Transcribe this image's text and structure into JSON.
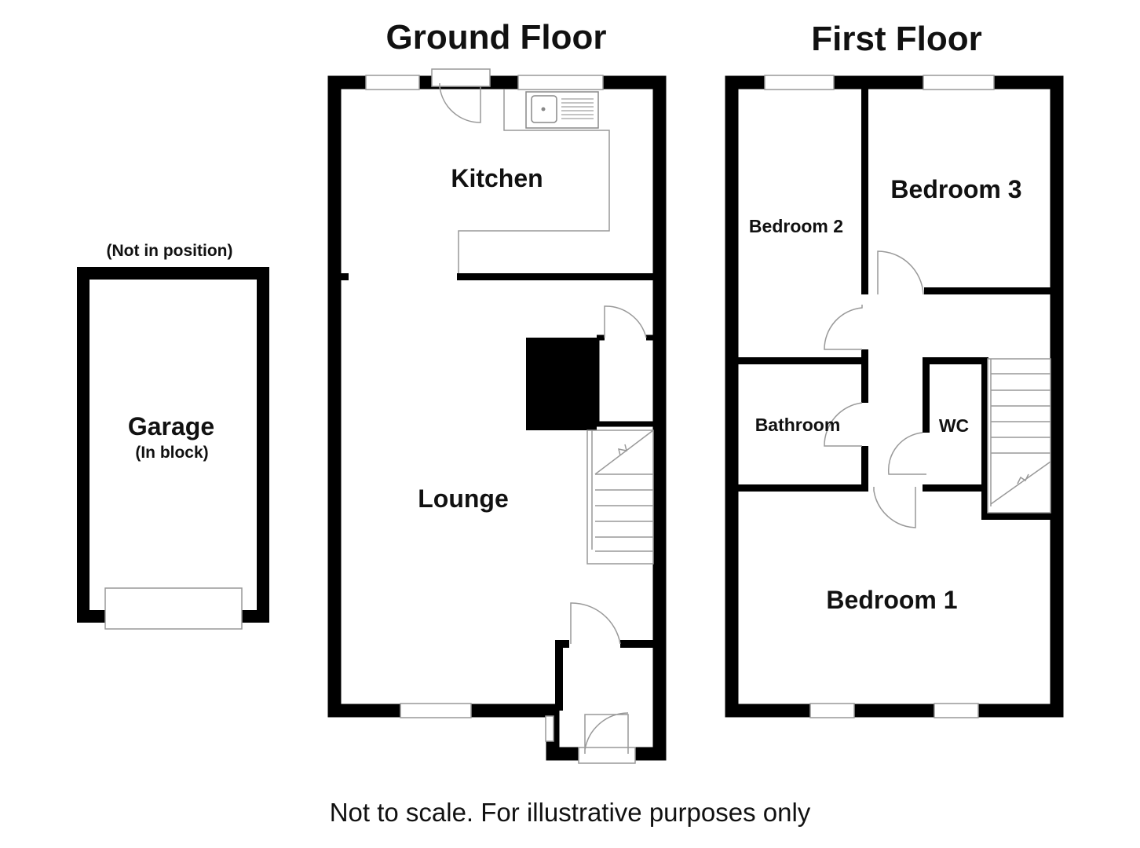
{
  "headings": {
    "ground_floor": "Ground Floor",
    "first_floor": "First Floor"
  },
  "garage": {
    "note": "(Not in position)",
    "label": "Garage",
    "sublabel": "(In block)"
  },
  "rooms": {
    "kitchen": "Kitchen",
    "lounge": "Lounge",
    "bedroom_1": "Bedroom 1",
    "bedroom_2": "Bedroom 2",
    "bedroom_3": "Bedroom 3",
    "bathroom": "Bathroom",
    "wc": "WC"
  },
  "footer": "Not to scale. For illustrative purposes only",
  "colors": {
    "wall": "#000000",
    "line": "#999999",
    "background": "#ffffff"
  }
}
